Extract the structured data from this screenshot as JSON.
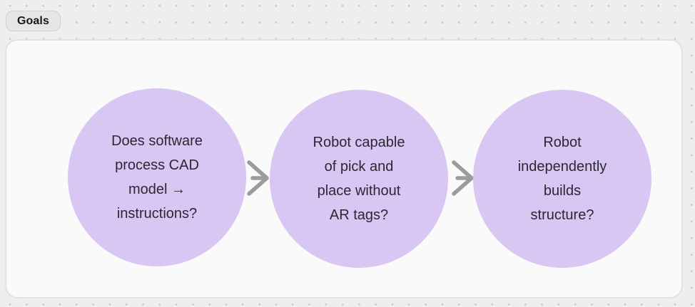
{
  "frame": {
    "label": "Goals"
  },
  "diagram": {
    "nodes": [
      {
        "label": "Does software\nprocess CAD\nmodel →\ninstructions?"
      },
      {
        "label": "Robot capable\nof pick and\nplace without\nAR tags?"
      },
      {
        "label": "Robot\nindependently\nbuilds\nstructure?"
      }
    ],
    "connectors": [
      {
        "icon": "arrow-right-icon"
      },
      {
        "icon": "arrow-right-icon"
      }
    ]
  },
  "theme": {
    "page-bg": "#efedef",
    "dot-color": "#c7c5c8",
    "frame-bg": "#fbfafb",
    "frame-border": "#e3e1e3",
    "chip-bg": "#e7e5e7",
    "chip-border": "#d2d0d2",
    "chip-text": "#18181a",
    "node-fill": "#d8c7f3",
    "node-text": "#2b2733",
    "arrow-color": "#9d9b9d"
  }
}
